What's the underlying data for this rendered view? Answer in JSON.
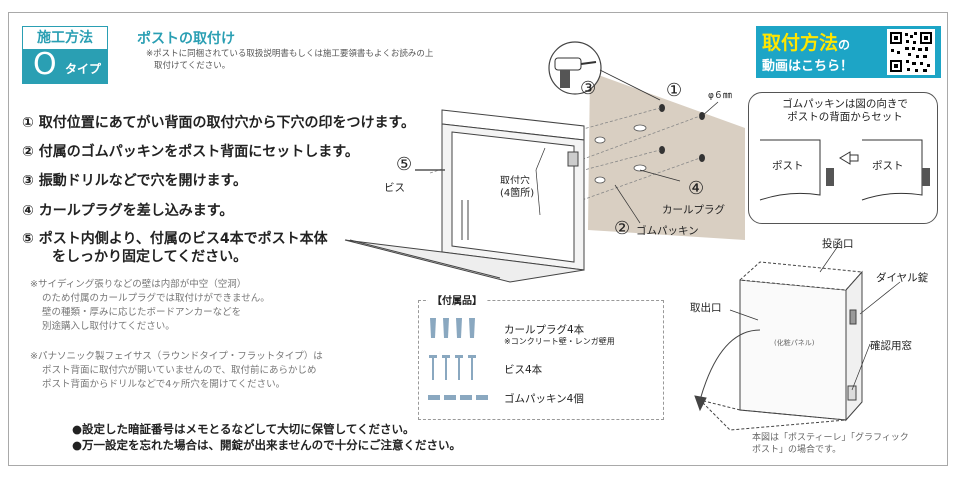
{
  "header": {
    "badge_top": "施工方法",
    "badge_letter": "O",
    "badge_type": "タイプ",
    "title": "ポストの取付け",
    "note": "※ポストに同梱されている取扱説明書もしくは施工要領書もよくお読みの上\n取付けてください。"
  },
  "steps": [
    "① 取付位置にあてがい背面の取付穴から下穴の印をつけます。",
    "② 付属のゴムパッキンをポスト背面にセットします。",
    "③ 振動ドリルなどで穴を開けます。",
    "④ カールプラグを差し込みます。",
    "⑤ ポスト内側より、付属のビス4本でポスト本体"
  ],
  "step5_line2": "をしっかり固定してください。",
  "cautions": [
    {
      "first": "※サイディング張りなどの壁は内部が中空（空洞）",
      "rest": [
        "のため付属のカールプラグでは取付けができません。",
        "壁の種類・厚みに応じたボードアンカーなどを",
        "別途購入し取付けてください。"
      ]
    },
    {
      "first": "※パナソニック製フェイサス（ラウンドタイプ・フラットタイプ）は",
      "rest": [
        "ポスト背面に取付穴が開いていませんので、取付前にあらかじめ",
        "ポスト背面からドリルなどで4ヶ所穴を開けてください。"
      ]
    }
  ],
  "bullets": [
    "●設定した暗証番号はメモとるなどして大切に保管してください。",
    "●万一設定を忘れた場合は、開錠が出来ませんので十分にご注意ください。"
  ],
  "accessories": {
    "title": "【付属品】",
    "items": [
      {
        "label": "カールプラグ4本",
        "sub": "※コンクリート壁・レンガ壁用"
      },
      {
        "label": "ビス4本",
        "sub": ""
      },
      {
        "label": "ゴムパッキン4個",
        "sub": ""
      }
    ]
  },
  "promo": {
    "line1_big": "取付方法",
    "line1_small": "の",
    "line2": "動画はこちら！"
  },
  "diagram_labels": {
    "num3": "③",
    "num1": "①",
    "diameter": "φ６㎜",
    "num5": "⑤",
    "screw": "ビス",
    "holes": "取付穴",
    "holes_count": "(4箇所)",
    "num4": "④",
    "curl_plug": "カールプラグ",
    "num2": "②",
    "rubber": "ゴムパッキン"
  },
  "callout": {
    "text_line1": "ゴムパッキンは図の向きで",
    "text_line2": "ポストの背面からセット",
    "post_left": "ポスト",
    "post_right": "ポスト"
  },
  "post_labels": {
    "insert": "投函口",
    "dial": "ダイヤル錠",
    "outlet": "取出口",
    "panel": "(化粧パネル)",
    "window": "確認用窓"
  },
  "footnote": "本図は「ポスティーレ」「グラフィック\nポスト」の場合です。",
  "colors": {
    "accent": "#2a9fb3",
    "promo_bg": "#1da5c6",
    "promo_yellow": "#ffe600",
    "wall": "#d9cfc2"
  }
}
